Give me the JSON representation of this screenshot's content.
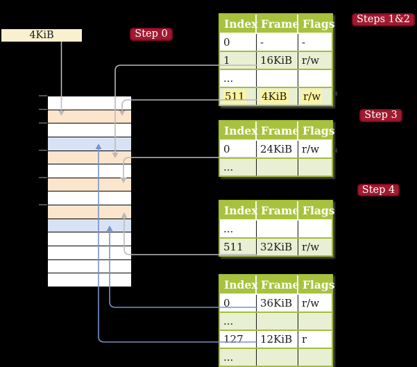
{
  "palette": {
    "background": "#000000",
    "table_header_bg": "#a8c23e",
    "table_border": "#a2bd3a",
    "table_row_shade": "#e9efd3",
    "table_row_white": "#ffffff",
    "highlight_yellow": "#fcf49f",
    "step_badge_bg": "#a21a30",
    "step_badge_border": "#7e0c22",
    "frame_box_bg": "#fbf0cd",
    "memory_orange": "#fce5cd",
    "memory_blue": "#d7e3f4",
    "memory_white": "#ffffff",
    "arrow_gray": "#b9b9b9",
    "arrow_blue": "#7593c8",
    "tick_gray": "#777777",
    "loop_arrow_tip": "#303030"
  },
  "frame_box": {
    "label": "4KiB"
  },
  "steps": [
    {
      "label": "Step 0"
    },
    {
      "label": "Steps 1&2"
    },
    {
      "label": "Step 3"
    },
    {
      "label": "Step 4"
    }
  ],
  "memory": {
    "rows": [
      "white",
      "orange",
      "white",
      "blue",
      "orange",
      "white",
      "orange",
      "white",
      "orange",
      "blue",
      "white",
      "white",
      "white",
      "white"
    ]
  },
  "tables": [
    {
      "step": "Steps 1&2",
      "headers": [
        "Index",
        "Frame",
        "Flags"
      ],
      "rows": [
        {
          "cells": [
            "0",
            "-",
            "-"
          ],
          "shaded": false,
          "highlighted": false
        },
        {
          "cells": [
            "1",
            "16KiB",
            "r/w"
          ],
          "shaded": true,
          "highlighted": false
        },
        {
          "cells": [
            "...",
            "",
            ""
          ],
          "shaded": false,
          "highlighted": false
        },
        {
          "cells": [
            "511",
            "4KiB",
            "r/w"
          ],
          "shaded": true,
          "highlighted": true
        }
      ]
    },
    {
      "step": "Step 3",
      "headers": [
        "Index",
        "Frame",
        "Flags"
      ],
      "rows": [
        {
          "cells": [
            "0",
            "24KiB",
            "r/w"
          ],
          "shaded": false,
          "highlighted": false
        },
        {
          "cells": [
            "...",
            "",
            ""
          ],
          "shaded": true,
          "highlighted": false
        }
      ]
    },
    {
      "step": "Step 4",
      "headers": [
        "Index",
        "Frame",
        "Flags"
      ],
      "rows": [
        {
          "cells": [
            "...",
            "",
            ""
          ],
          "shaded": false,
          "highlighted": false
        },
        {
          "cells": [
            "511",
            "32KiB",
            "r/w"
          ],
          "shaded": true,
          "highlighted": false
        }
      ]
    },
    {
      "step": "",
      "headers": [
        "Index",
        "Frame",
        "Flags"
      ],
      "rows": [
        {
          "cells": [
            "0",
            "36KiB",
            "r/w"
          ],
          "shaded": false,
          "highlighted": false
        },
        {
          "cells": [
            "...",
            "",
            ""
          ],
          "shaded": true,
          "highlighted": false
        },
        {
          "cells": [
            "127",
            "12KiB",
            "r"
          ],
          "shaded": false,
          "highlighted": false
        },
        {
          "cells": [
            "...",
            "",
            ""
          ],
          "shaded": true,
          "highlighted": false
        }
      ]
    }
  ]
}
